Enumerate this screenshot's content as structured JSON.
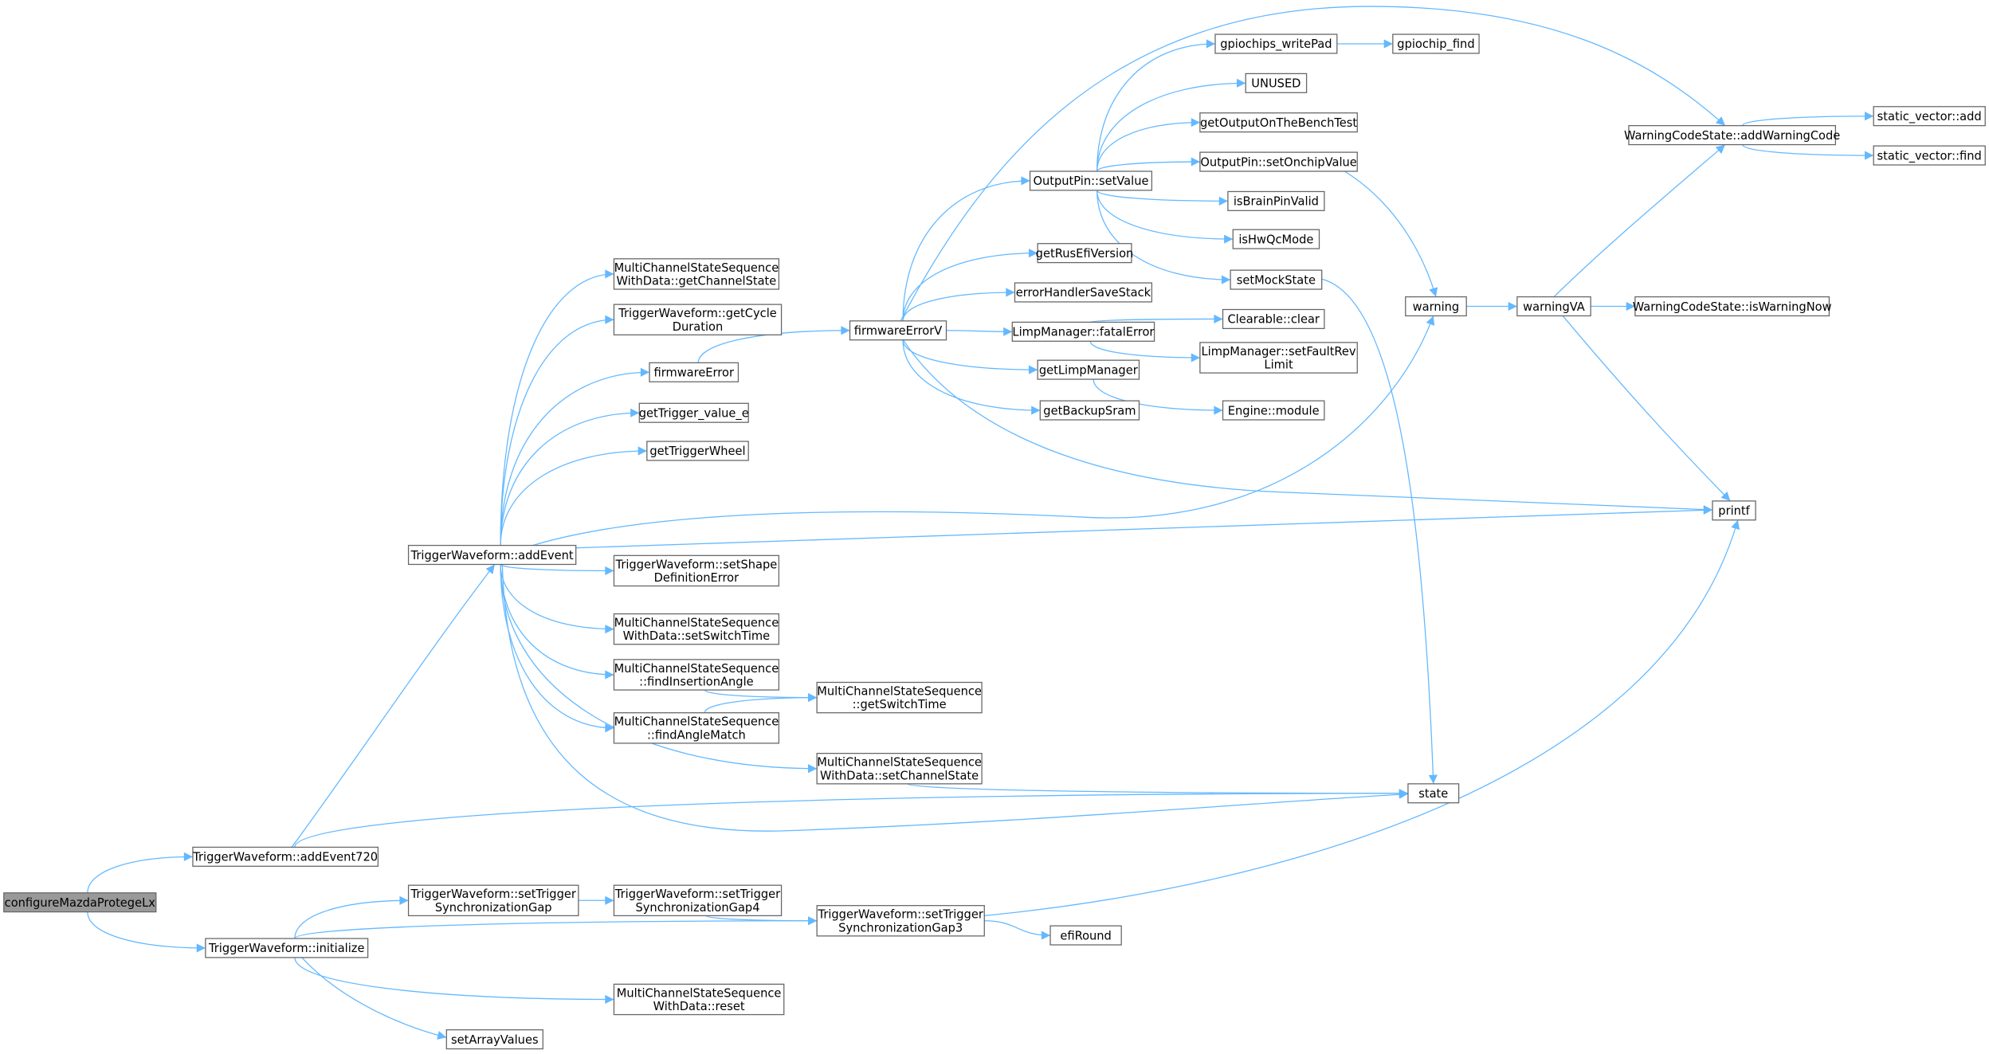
{
  "graph": {
    "colors": {
      "edge": "#63b8ff",
      "node_border": "#666666",
      "root_fill": "#999999",
      "node_fill": "#ffffff"
    },
    "nodes": [
      {
        "id": "root",
        "lines": [
          "configureMazdaProtegeLx"
        ],
        "root": true
      },
      {
        "id": "addEvent720",
        "lines": [
          "TriggerWaveform::addEvent720"
        ]
      },
      {
        "id": "initialize",
        "lines": [
          "TriggerWaveform::initialize"
        ]
      },
      {
        "id": "addEvent",
        "lines": [
          "TriggerWaveform::addEvent"
        ]
      },
      {
        "id": "syncGap",
        "lines": [
          "TriggerWaveform::setTrigger",
          "SynchronizationGap"
        ]
      },
      {
        "id": "syncGap4",
        "lines": [
          "TriggerWaveform::setTrigger",
          "SynchronizationGap4"
        ]
      },
      {
        "id": "syncGap3",
        "lines": [
          "TriggerWaveform::setTrigger",
          "SynchronizationGap3"
        ]
      },
      {
        "id": "efiRound",
        "lines": [
          "efiRound"
        ]
      },
      {
        "id": "reset",
        "lines": [
          "MultiChannelStateSequence",
          "WithData::reset"
        ]
      },
      {
        "id": "setArrayValues",
        "lines": [
          "setArrayValues"
        ]
      },
      {
        "id": "getChannelState",
        "lines": [
          "MultiChannelStateSequence",
          "WithData::getChannelState"
        ]
      },
      {
        "id": "getCycleDuration",
        "lines": [
          "TriggerWaveform::getCycle",
          "Duration"
        ]
      },
      {
        "id": "firmwareError",
        "lines": [
          "firmwareError"
        ]
      },
      {
        "id": "getTrigger_value_e",
        "lines": [
          "getTrigger_value_e"
        ]
      },
      {
        "id": "getTriggerWheel",
        "lines": [
          "getTriggerWheel"
        ]
      },
      {
        "id": "setShapeDefinitionError",
        "lines": [
          "TriggerWaveform::setShape",
          "DefinitionError"
        ]
      },
      {
        "id": "setSwitchTime",
        "lines": [
          "MultiChannelStateSequence",
          "WithData::setSwitchTime"
        ]
      },
      {
        "id": "findInsertionAngle",
        "lines": [
          "MultiChannelStateSequence",
          "::findInsertionAngle"
        ]
      },
      {
        "id": "findAngleMatch",
        "lines": [
          "MultiChannelStateSequence",
          "::findAngleMatch"
        ]
      },
      {
        "id": "getSwitchTime",
        "lines": [
          "MultiChannelStateSequence",
          "::getSwitchTime"
        ]
      },
      {
        "id": "setChannelState",
        "lines": [
          "MultiChannelStateSequence",
          "WithData::setChannelState"
        ]
      },
      {
        "id": "state",
        "lines": [
          "state"
        ]
      },
      {
        "id": "firmwareErrorV",
        "lines": [
          "firmwareErrorV"
        ]
      },
      {
        "id": "setValue",
        "lines": [
          "OutputPin::setValue"
        ]
      },
      {
        "id": "getRusEfiVersion",
        "lines": [
          "getRusEfiVersion"
        ]
      },
      {
        "id": "errorHandlerSaveStack",
        "lines": [
          "errorHandlerSaveStack"
        ]
      },
      {
        "id": "fatalError",
        "lines": [
          "LimpManager::fatalError"
        ]
      },
      {
        "id": "getLimpManager",
        "lines": [
          "getLimpManager"
        ]
      },
      {
        "id": "getBackupSram",
        "lines": [
          "getBackupSram"
        ]
      },
      {
        "id": "gpiochips_writePad",
        "lines": [
          "gpiochips_writePad"
        ]
      },
      {
        "id": "gpiochip_find",
        "lines": [
          "gpiochip_find"
        ]
      },
      {
        "id": "UNUSED",
        "lines": [
          "UNUSED"
        ]
      },
      {
        "id": "getOutputOnTheBenchTest",
        "lines": [
          "getOutputOnTheBenchTest"
        ]
      },
      {
        "id": "setOnchipValue",
        "lines": [
          "OutputPin::setOnchipValue"
        ]
      },
      {
        "id": "isBrainPinValid",
        "lines": [
          "isBrainPinValid"
        ]
      },
      {
        "id": "isHwQcMode",
        "lines": [
          "isHwQcMode"
        ]
      },
      {
        "id": "setMockState",
        "lines": [
          "setMockState"
        ]
      },
      {
        "id": "clear",
        "lines": [
          "Clearable::clear"
        ]
      },
      {
        "id": "setFaultRevLimit",
        "lines": [
          "LimpManager::setFaultRev",
          "Limit"
        ]
      },
      {
        "id": "module",
        "lines": [
          "Engine::module"
        ]
      },
      {
        "id": "warning",
        "lines": [
          "warning"
        ]
      },
      {
        "id": "warningVA",
        "lines": [
          "warningVA"
        ]
      },
      {
        "id": "addWarningCode",
        "lines": [
          "WarningCodeState::addWarningCode"
        ]
      },
      {
        "id": "vecAdd",
        "lines": [
          "static_vector::add"
        ]
      },
      {
        "id": "vecFind",
        "lines": [
          "static_vector::find"
        ]
      },
      {
        "id": "isWarningNow",
        "lines": [
          "WarningCodeState::isWarningNow"
        ]
      },
      {
        "id": "printf",
        "lines": [
          "printf"
        ]
      }
    ],
    "edges": [
      [
        "root",
        "addEvent720"
      ],
      [
        "root",
        "initialize"
      ],
      [
        "addEvent720",
        "addEvent"
      ],
      [
        "addEvent720",
        "state"
      ],
      [
        "initialize",
        "syncGap"
      ],
      [
        "initialize",
        "syncGap3"
      ],
      [
        "initialize",
        "reset"
      ],
      [
        "initialize",
        "setArrayValues"
      ],
      [
        "syncGap",
        "syncGap4"
      ],
      [
        "syncGap4",
        "syncGap3"
      ],
      [
        "syncGap3",
        "efiRound"
      ],
      [
        "syncGap3",
        "printf"
      ],
      [
        "addEvent",
        "getChannelState"
      ],
      [
        "addEvent",
        "getCycleDuration"
      ],
      [
        "addEvent",
        "firmwareError"
      ],
      [
        "addEvent",
        "getTrigger_value_e"
      ],
      [
        "addEvent",
        "getTriggerWheel"
      ],
      [
        "addEvent",
        "warning"
      ],
      [
        "addEvent",
        "printf"
      ],
      [
        "addEvent",
        "setShapeDefinitionError"
      ],
      [
        "addEvent",
        "setSwitchTime"
      ],
      [
        "addEvent",
        "findInsertionAngle"
      ],
      [
        "addEvent",
        "findAngleMatch"
      ],
      [
        "addEvent",
        "setChannelState"
      ],
      [
        "addEvent",
        "state"
      ],
      [
        "findInsertionAngle",
        "getSwitchTime"
      ],
      [
        "findAngleMatch",
        "getSwitchTime"
      ],
      [
        "setChannelState",
        "state"
      ],
      [
        "firmwareError",
        "firmwareErrorV"
      ],
      [
        "firmwareErrorV",
        "addWarningCode"
      ],
      [
        "firmwareErrorV",
        "setValue"
      ],
      [
        "firmwareErrorV",
        "getRusEfiVersion"
      ],
      [
        "firmwareErrorV",
        "errorHandlerSaveStack"
      ],
      [
        "firmwareErrorV",
        "fatalError"
      ],
      [
        "firmwareErrorV",
        "getLimpManager"
      ],
      [
        "firmwareErrorV",
        "getBackupSram"
      ],
      [
        "firmwareErrorV",
        "printf"
      ],
      [
        "setValue",
        "gpiochips_writePad"
      ],
      [
        "setValue",
        "UNUSED"
      ],
      [
        "setValue",
        "getOutputOnTheBenchTest"
      ],
      [
        "setValue",
        "setOnchipValue"
      ],
      [
        "setValue",
        "isBrainPinValid"
      ],
      [
        "setValue",
        "isHwQcMode"
      ],
      [
        "setValue",
        "setMockState"
      ],
      [
        "gpiochips_writePad",
        "gpiochip_find"
      ],
      [
        "setOnchipValue",
        "warning"
      ],
      [
        "setMockState",
        "state"
      ],
      [
        "fatalError",
        "clear"
      ],
      [
        "fatalError",
        "setFaultRevLimit"
      ],
      [
        "getLimpManager",
        "module"
      ],
      [
        "warning",
        "warningVA"
      ],
      [
        "warningVA",
        "addWarningCode"
      ],
      [
        "warningVA",
        "isWarningNow"
      ],
      [
        "warningVA",
        "printf"
      ],
      [
        "addWarningCode",
        "vecAdd"
      ],
      [
        "addWarningCode",
        "vecFind"
      ]
    ]
  }
}
